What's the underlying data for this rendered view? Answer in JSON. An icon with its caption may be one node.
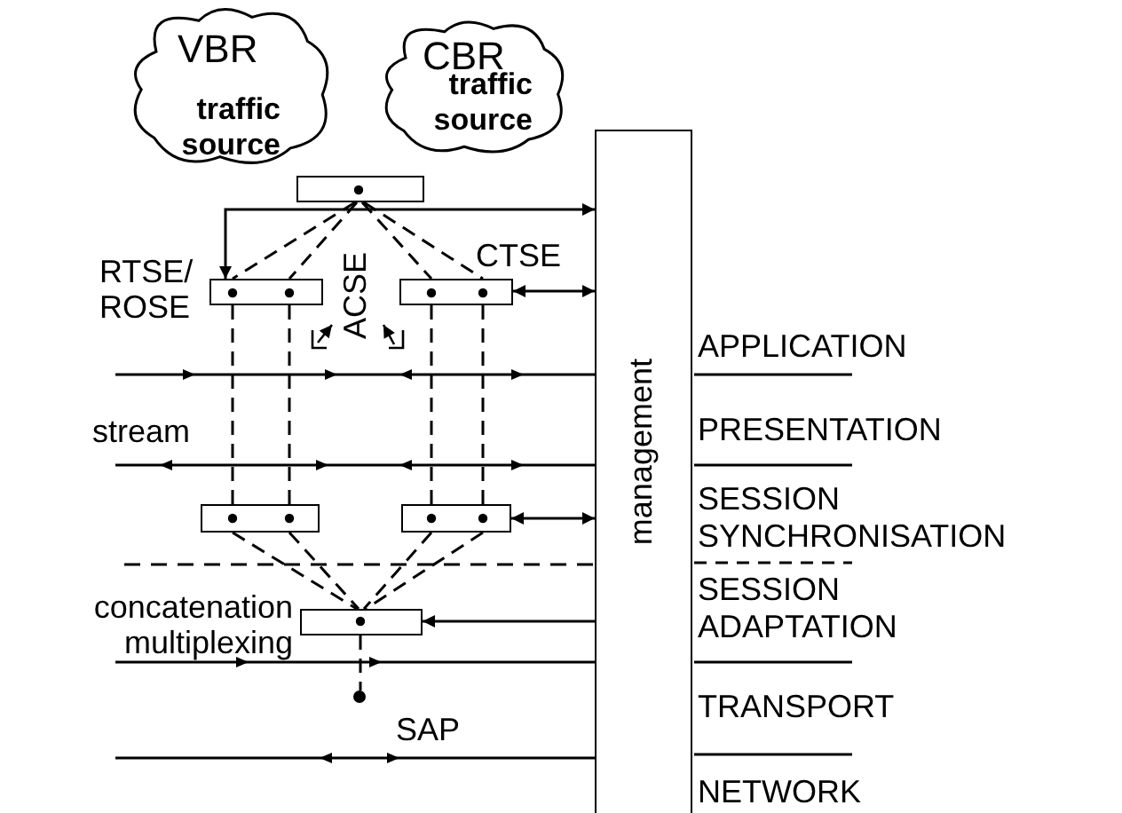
{
  "diagram": {
    "nodes": [
      {
        "text": [
          "VBR",
          "traffic source"
        ]
      },
      {
        "text": [
          "CBR",
          "traffic source"
        ]
      },
      {
        "text": [],
        "shape": "box"
      },
      {
        "text": [],
        "shape": "box",
        "beside": [
          "RTSE/ ROSE"
        ]
      },
      {
        "text": [],
        "shape": "box",
        "beside": [
          "CTSE"
        ]
      },
      {
        "text": [],
        "shape": "box"
      },
      {
        "text": [],
        "shape": "box"
      },
      {
        "text": [],
        "shape": "box",
        "beside": [
          "concatenation multiplexing"
        ]
      },
      {
        "text": [
          "management"
        ]
      },
      {
        "text": [],
        "shape": "circle"
      }
    ],
    "edges": [
      {
        "from": 2,
        "to": 3,
        "arrow": "none",
        "style": "dashed"
      },
      {
        "from": 2,
        "to": 3,
        "arrow": "none",
        "style": "dashed"
      },
      {
        "from": 2,
        "to": 4,
        "arrow": "none",
        "style": "dashed"
      },
      {
        "from": 2,
        "to": 4,
        "arrow": "none",
        "style": "dashed"
      },
      {
        "from": 8,
        "to": 3,
        "arrow": "both"
      },
      {
        "from": 4,
        "to": 8,
        "arrow": "both"
      },
      {
        "from": 3,
        "to": 5,
        "arrow": "none",
        "style": "dashed"
      },
      {
        "from": 3,
        "to": 5,
        "arrow": "none",
        "style": "dashed"
      },
      {
        "from": 4,
        "to": 6,
        "arrow": "none",
        "style": "dashed"
      },
      {
        "from": 4,
        "to": 6,
        "arrow": "none",
        "style": "dashed"
      },
      {
        "from": 6,
        "to": 8,
        "arrow": "both"
      },
      {
        "from": 5,
        "to": 7,
        "arrow": "none",
        "style": "dashed"
      },
      {
        "from": 5,
        "to": 7,
        "arrow": "none",
        "style": "dashed"
      },
      {
        "from": 6,
        "to": 7,
        "arrow": "none",
        "style": "dashed"
      },
      {
        "from": 6,
        "to": 7,
        "arrow": "none",
        "style": "dashed"
      },
      {
        "from": 8,
        "to": 7,
        "arrow": "to"
      },
      {
        "from": 7,
        "to": 9,
        "arrow": "none",
        "style": "dashed"
      }
    ],
    "labels": [
      "ACSE",
      "stream",
      "SAP",
      "APPLICATION",
      "PRESENTATION",
      "SESSION SYNCHRONISATION",
      "SESSION ADAPTATION",
      "TRANSPORT",
      "NETWORK"
    ]
  }
}
